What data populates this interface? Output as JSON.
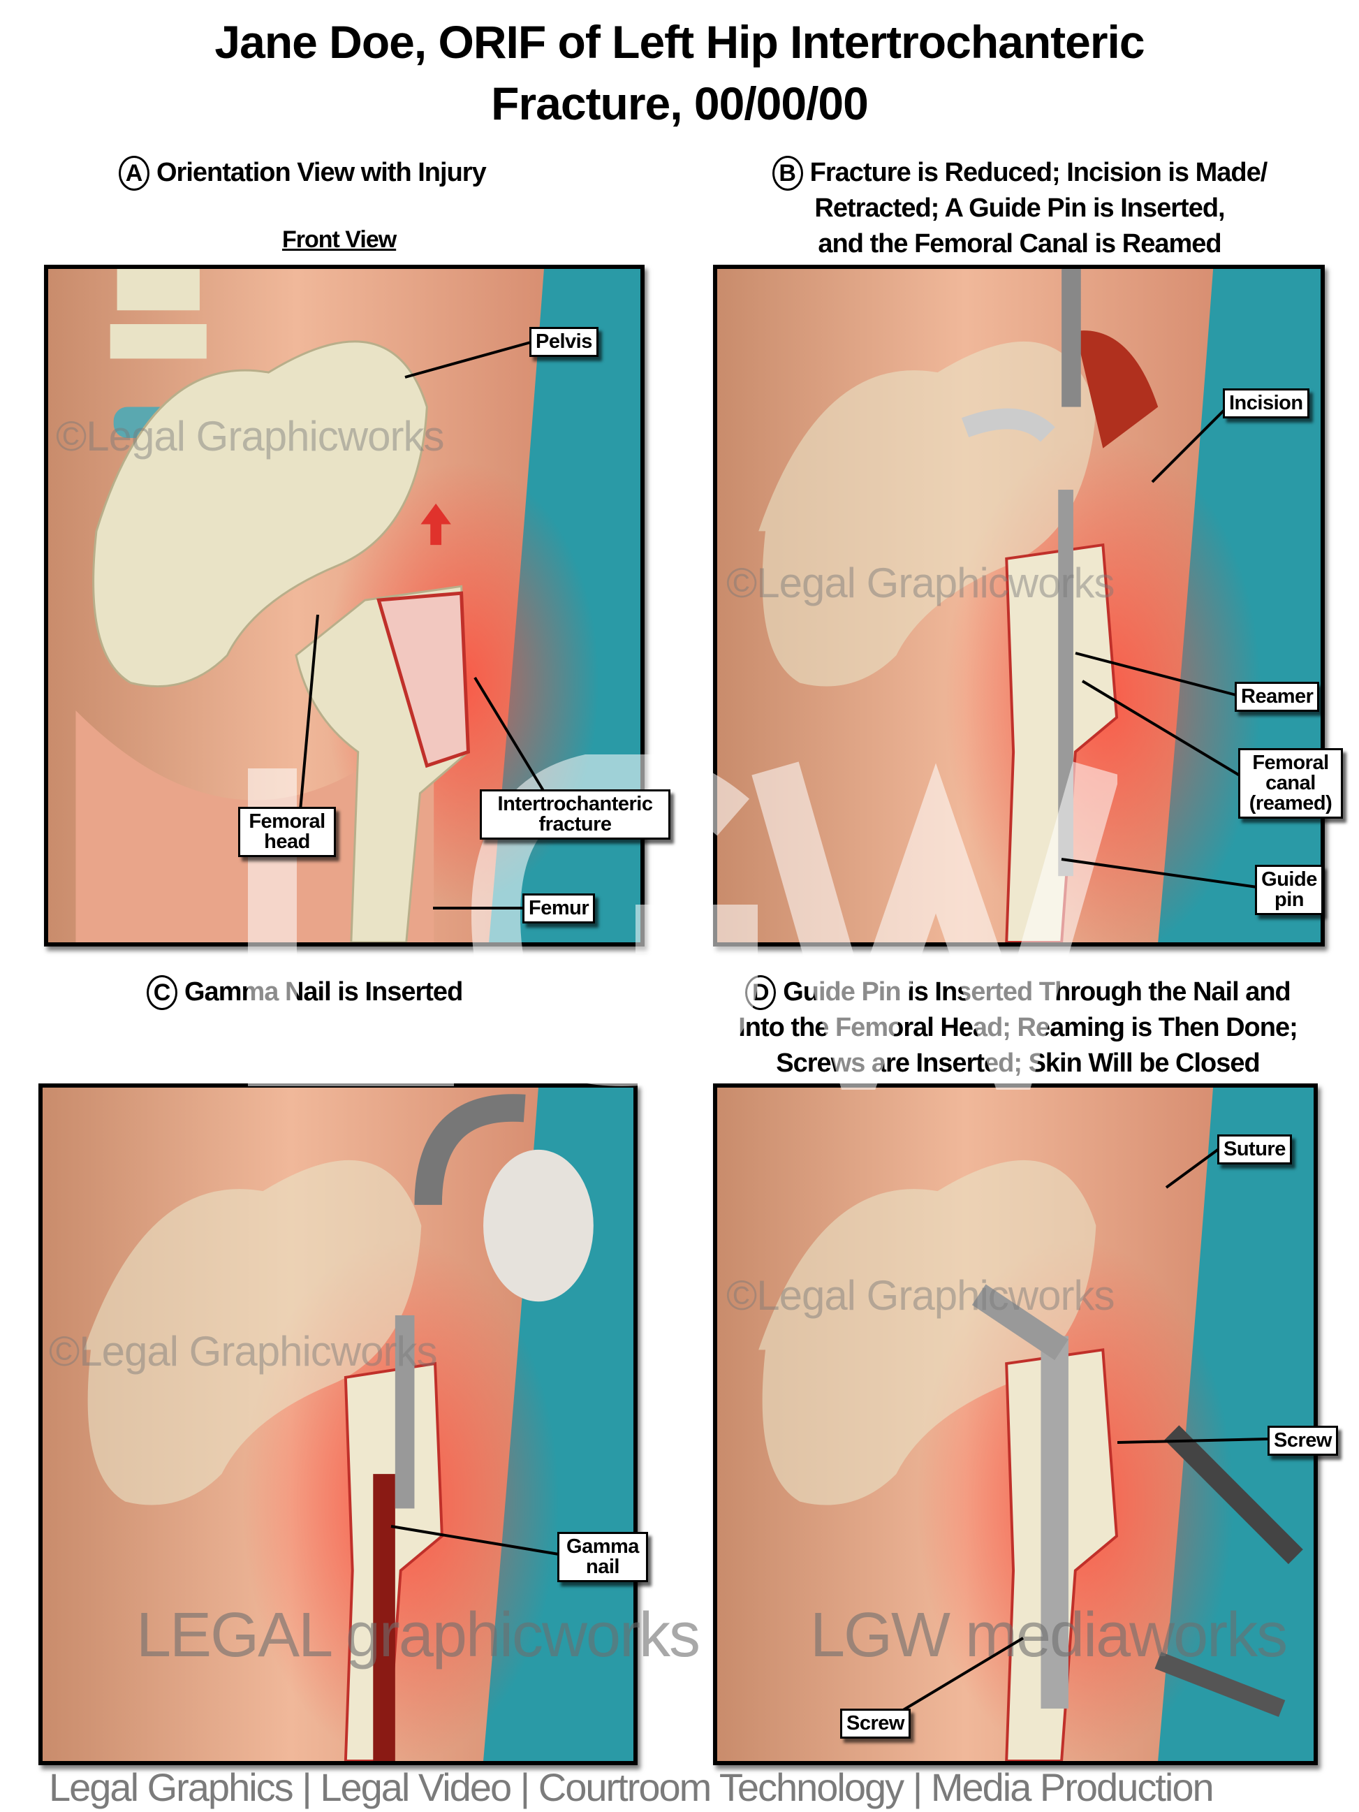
{
  "title": {
    "line1": "Jane Doe, ORIF of Left Hip Intertrochanteric",
    "line2": "Fracture, 00/00/00"
  },
  "panels": {
    "a": {
      "letter": "A",
      "heading": "Orientation View with Injury",
      "subheading": "Front View",
      "labels": {
        "pelvis": "Pelvis",
        "femoral_head": "Femoral head",
        "fracture": "Intertrochanteric fracture",
        "femur": "Femur"
      }
    },
    "b": {
      "letter": "B",
      "heading_lines": [
        "Fracture is Reduced; Incision is Made/",
        "Retracted; A Guide Pin is Inserted,",
        "and the Femoral Canal is Reamed"
      ],
      "labels": {
        "incision": "Incision",
        "reamer": "Reamer",
        "canal": "Femoral canal (reamed)",
        "guide_pin": "Guide pin"
      }
    },
    "c": {
      "letter": "C",
      "heading": "Gamma Nail is Inserted",
      "labels": {
        "gamma_nail": "Gamma nail"
      }
    },
    "d": {
      "letter": "D",
      "heading_lines": [
        "Guide Pin is Inserted Through the Nail and",
        "Into the Femoral Head; Reaming is Then Done;",
        "Screws are Inserted; Skin Will be Closed"
      ],
      "labels": {
        "suture": "Suture",
        "screw_upper": "Screw",
        "screw_lower": "Screw"
      }
    }
  },
  "watermark": {
    "text": "©Legal Graphicworks",
    "logo": "LGW",
    "brand1": "LEGAL graphicworks",
    "brand2": "LGW mediaworks",
    "tagline": "Legal Graphics | Legal Video | Courtroom Technology | Media Production"
  },
  "colors": {
    "drape": "#2a9aa6",
    "skin": "#e8a888",
    "bone": "#e9e3c6",
    "injury": "#e0322c"
  }
}
